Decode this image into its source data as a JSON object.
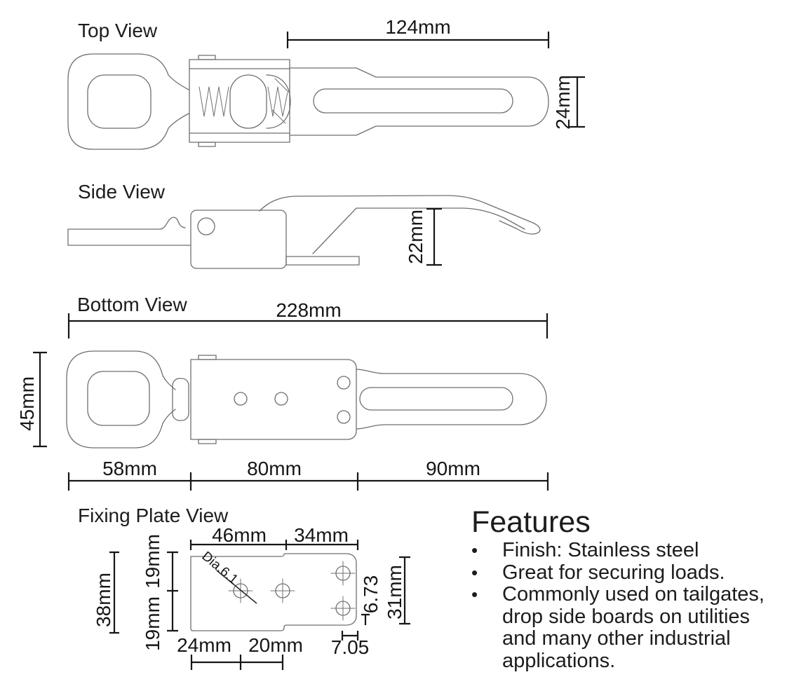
{
  "page": {
    "background": "#ffffff",
    "ink": "#1c1c1c",
    "outline_color": "#6f6f6f"
  },
  "views": {
    "top": {
      "label": "Top View",
      "dims": {
        "length": "124mm",
        "height": "24mm"
      }
    },
    "side": {
      "label": "Side View",
      "dims": {
        "height": "22mm"
      }
    },
    "bottom": {
      "label": "Bottom View",
      "dims": {
        "total_length": "228mm",
        "width": "45mm",
        "eye_length": "58mm",
        "body_length": "80mm",
        "arm_length": "90mm"
      }
    },
    "fixing_plate": {
      "label": "Fixing Plate View",
      "dims": {
        "top_left_width": "46mm",
        "top_right_width": "34mm",
        "left_overall": "38mm",
        "left_upper": "19mm",
        "left_lower": "19mm",
        "hole_diameter": "Dia.6.1",
        "right_hole_offset": "6.73",
        "right_height": "31mm",
        "bottom_hole_offset": "7.05",
        "bottom_left": "24mm",
        "bottom_mid": "20mm"
      }
    }
  },
  "features": {
    "title": "Features",
    "bullet": "•",
    "items": [
      "Finish: Stainless steel",
      "Great for securing loads.",
      "Commonly used on tailgates, drop side boards on utilities and many other industrial applications."
    ]
  }
}
